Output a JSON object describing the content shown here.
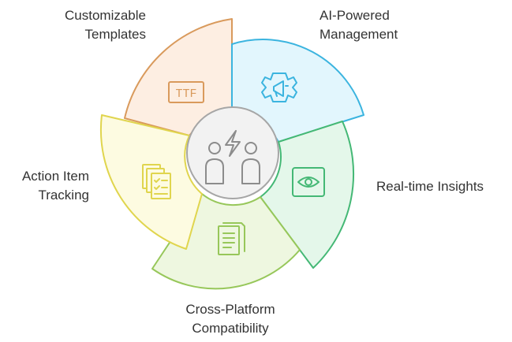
{
  "segments": [
    {
      "id": "customizable-templates",
      "lines": [
        "Customizable",
        "Templates"
      ],
      "icon": "ttf-icon",
      "fill": "#fdeee2",
      "stroke": "#d99a5c",
      "icon_text": "TTF"
    },
    {
      "id": "ai-powered-management",
      "lines": [
        "AI-Powered",
        "Management"
      ],
      "icon": "gear-megaphone-icon",
      "fill": "#e2f6fd",
      "stroke": "#3bb4df"
    },
    {
      "id": "real-time-insights",
      "lines": [
        "Real-time Insights"
      ],
      "icon": "eye-scan-icon",
      "fill": "#e4f7ea",
      "stroke": "#44b875"
    },
    {
      "id": "cross-platform-compatibility",
      "lines": [
        "Cross-Platform",
        "Compatibility"
      ],
      "icon": "documents-icon",
      "fill": "#eef7e0",
      "stroke": "#97c75a"
    },
    {
      "id": "action-item-tracking",
      "lines": [
        "Action Item",
        "Tracking"
      ],
      "icon": "checklist-icon",
      "fill": "#fdfbe1",
      "stroke": "#e0d54e"
    }
  ],
  "center": {
    "icon": "people-lightning-icon",
    "fill": "#f2f2f2",
    "stroke": "#a6a6a6"
  }
}
